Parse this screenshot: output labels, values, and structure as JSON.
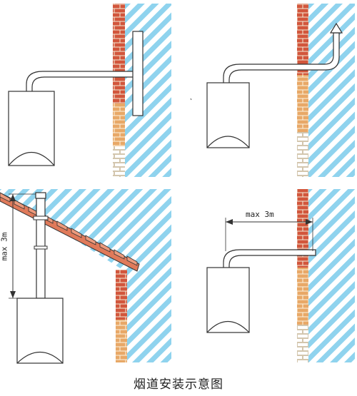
{
  "caption": "烟道安装示意图",
  "dimensions": {
    "vertical_max": "max 3m",
    "horizontal_max": "max 3m"
  },
  "colors": {
    "brick": "#d2563c",
    "brick_light": "#e8a867",
    "mortar": "#f3ead6",
    "stripe": "#8fd3ee",
    "wall_bg": "#ffffff",
    "roof_tile": "#e07a5a",
    "outline": "#333333"
  }
}
